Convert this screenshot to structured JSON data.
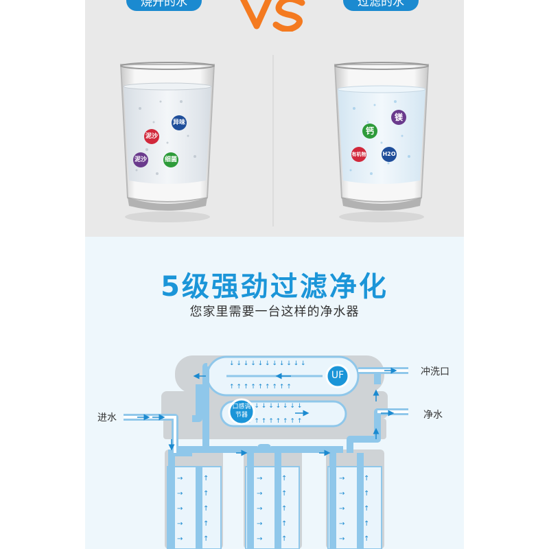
{
  "top": {
    "left_pill": "烧开的水",
    "right_pill": "过滤的水",
    "vs_text": "VS",
    "left_glass_balls": [
      "异味",
      "泥沙",
      "泥沙",
      "细菌"
    ],
    "right_glass_balls": [
      "镁",
      "钙",
      "有机物",
      "H2O"
    ]
  },
  "bottom": {
    "title": "5级强劲过滤净化",
    "subtitle": "您家里需要一台这样的净水器",
    "labels": {
      "inlet": "进水",
      "flush_outlet": "冲洗口",
      "clean_water": "净水",
      "uf": "UF",
      "taste_regulator": "口感调节器"
    }
  },
  "colors": {
    "accent_blue": "#1b95d8",
    "pill_blue": "#1b8ad0",
    "vs_orange": "#f47a20",
    "ball_blue": "#1f4e9a",
    "ball_red": "#d1283b",
    "ball_purple": "#6a3a8c",
    "ball_green": "#2e9b3a"
  }
}
